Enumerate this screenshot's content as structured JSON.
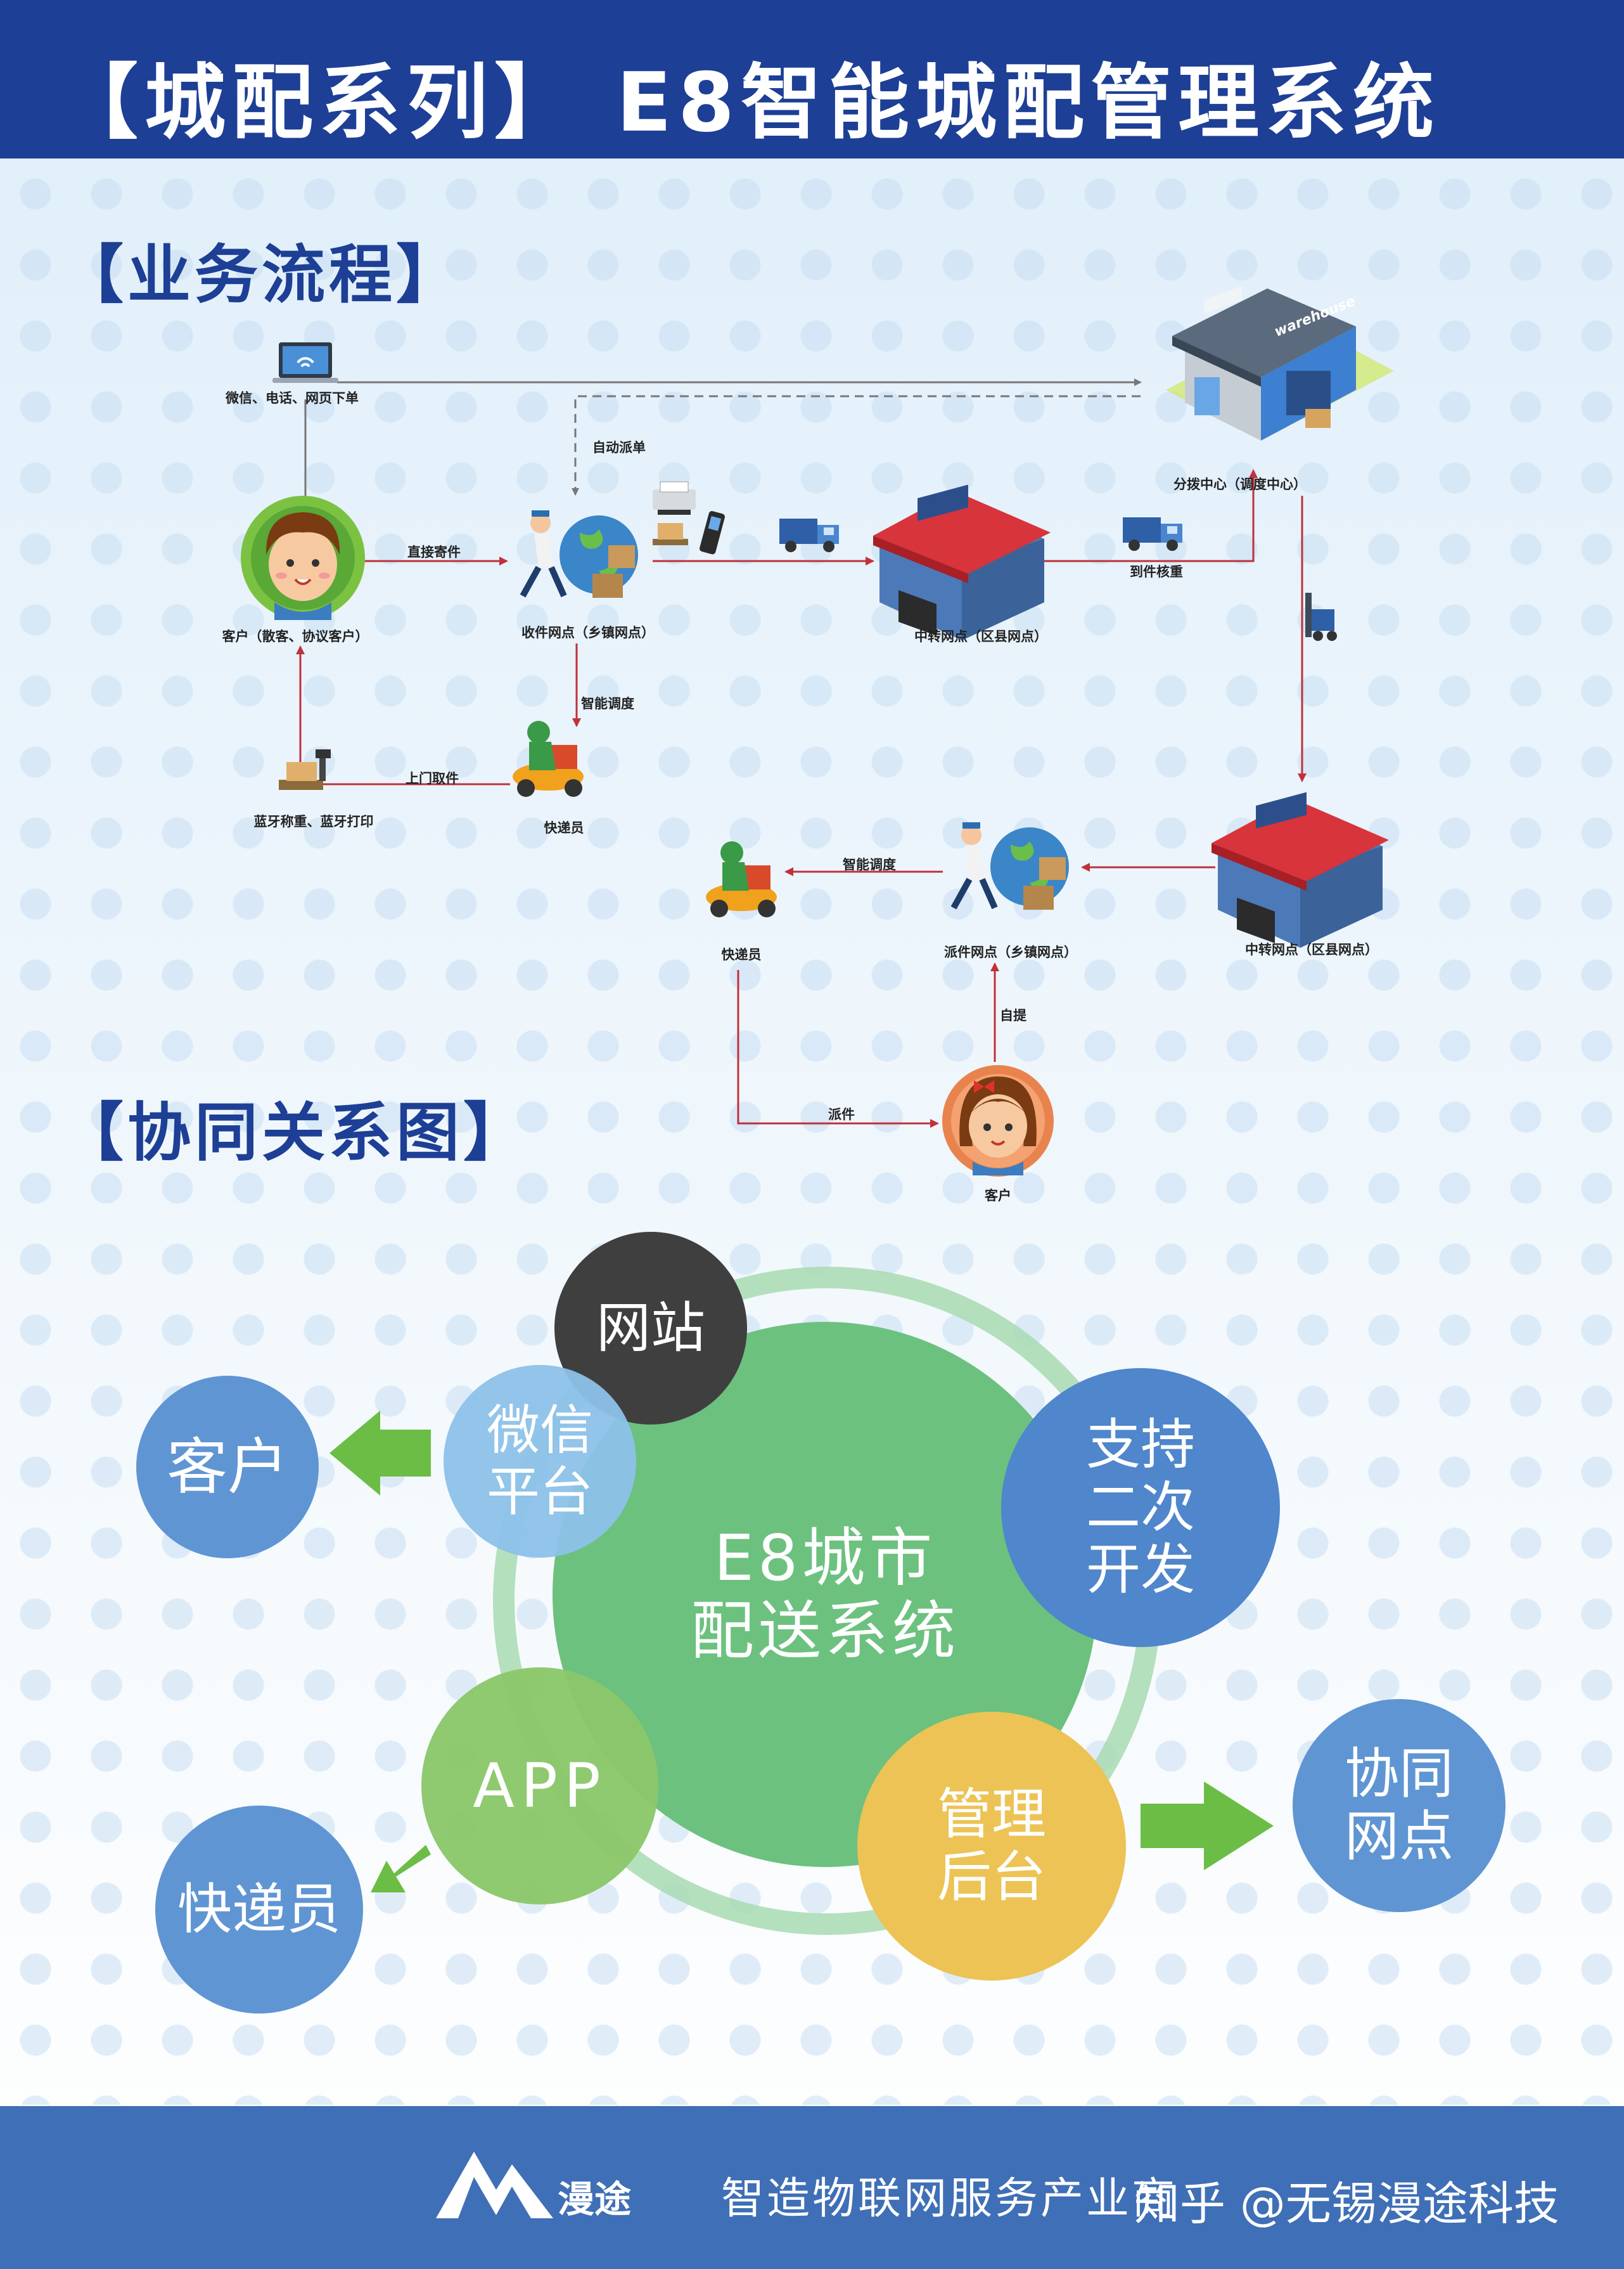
{
  "header": {
    "title": "【城配系列】 E8智能城配管理系统"
  },
  "sections": {
    "flow_title": "【业务流程】",
    "relation_title": "【协同关系图】"
  },
  "flow": {
    "order_channels": "微信、电话、网页下单",
    "auto_dispatch": "自动派单",
    "direct_send": "直接寄件",
    "customer_top": "客户（散客、协议客户）",
    "collect_point": "收件网点（乡镇网点）",
    "transfer_point_1": "中转网点（区县网点）",
    "arrival_check": "到件核重",
    "sort_center": "分拨中心（调度中心）",
    "smart_dispatch_1": "智能调度",
    "door_pickup": "上门取件",
    "bluetooth": "蓝牙称重、蓝牙打印",
    "courier_1": "快递员",
    "transfer_point_2": "中转网点（区县网点）",
    "smart_dispatch_2": "智能调度",
    "delivery_point": "派件网点（乡镇网点）",
    "courier_2": "快递员",
    "self_pickup": "自提",
    "deliver": "派件",
    "customer_bottom": "客户",
    "warehouse_sign": "warehouse"
  },
  "relation": {
    "center": "E8城市\n配送系统",
    "website": "网站",
    "wechat": "微信\n平台",
    "customer": "客户",
    "secondary_dev": "支持\n二次\n开发",
    "app": "APP",
    "courier": "快递员",
    "admin": "管理\n后台",
    "partner": "协同\n网点"
  },
  "footer": {
    "brand": "漫途",
    "slogan": "智造物联网服务产业商",
    "watermark": "知乎 @无锡漫途科技"
  },
  "colors": {
    "header_bg": "#1d3f95",
    "footer_bg": "#3f6fb6",
    "flow_line": "#c0313a",
    "center": "#6cc17f",
    "dark": "#3f3f3f",
    "blue": "#5f95d3",
    "green": "#8bc76b",
    "yellow": "#ecc354",
    "arrow_green": "#6bbd45"
  }
}
